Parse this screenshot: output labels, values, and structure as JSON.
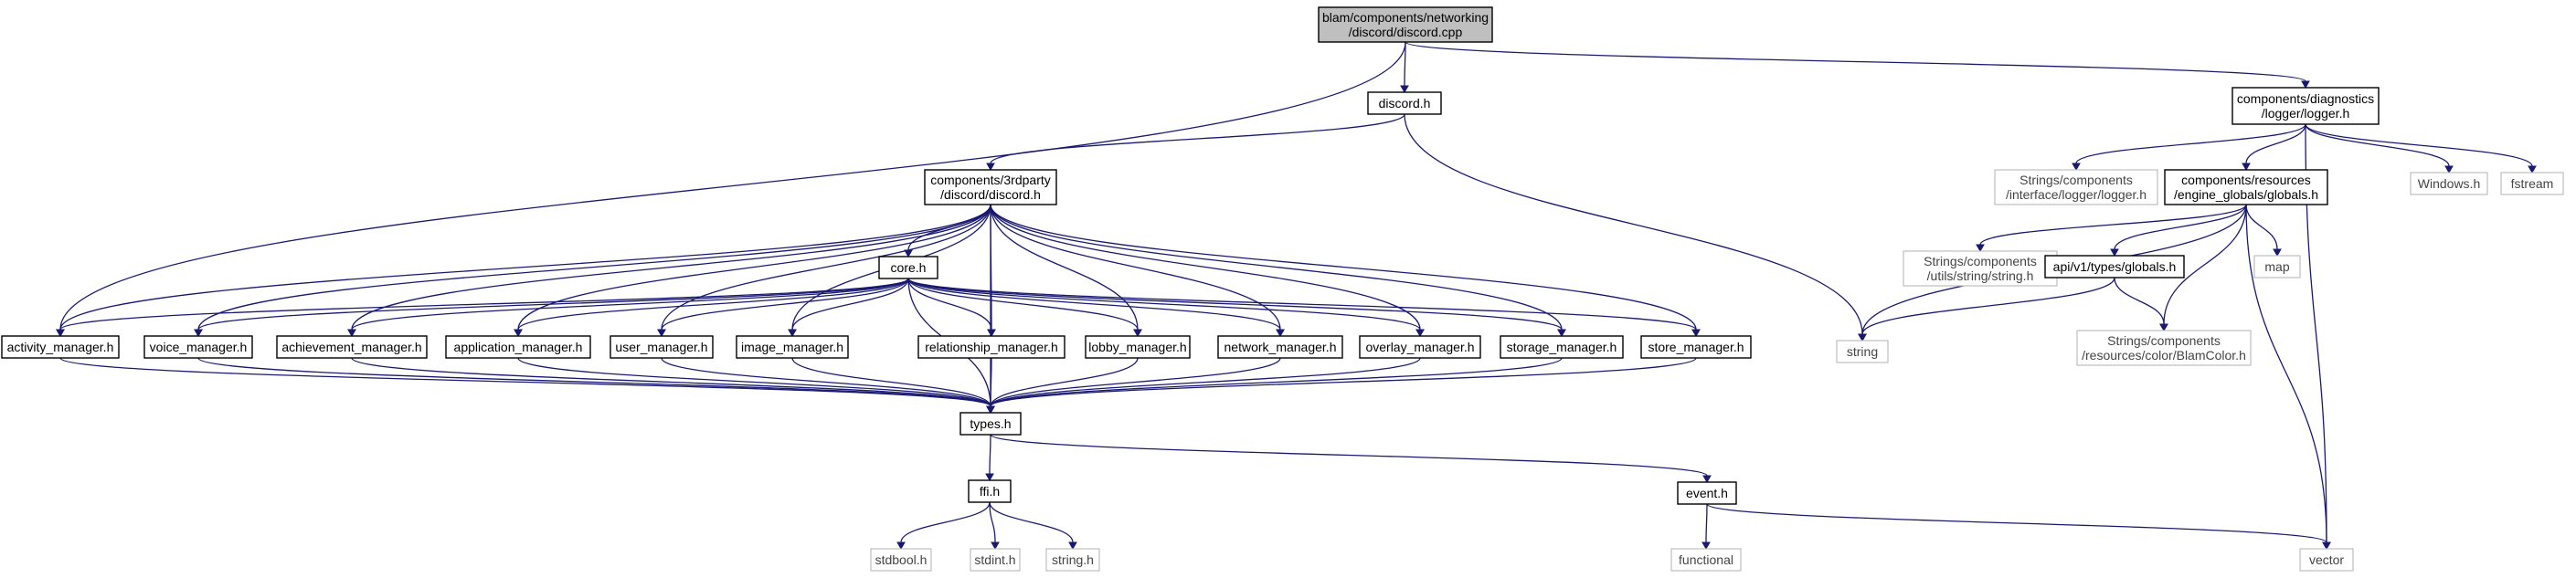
{
  "graph": {
    "nodes": [
      {
        "id": "root",
        "lines": [
          "blam/components/networking",
          "/discord/discord.cpp"
        ],
        "kind": "root"
      },
      {
        "id": "discord_h",
        "lines": [
          "discord.h"
        ],
        "kind": "doc"
      },
      {
        "id": "logger_h",
        "lines": [
          "components/diagnostics",
          "/logger/logger.h"
        ],
        "kind": "doc"
      },
      {
        "id": "discord3p",
        "lines": [
          "components/3rdparty",
          "/discord/discord.h"
        ],
        "kind": "doc"
      },
      {
        "id": "iface_logger",
        "lines": [
          "Strings/components",
          "/interface/logger/logger.h"
        ],
        "kind": "ext"
      },
      {
        "id": "engine_globals",
        "lines": [
          "components/resources",
          "/engine_globals/globals.h"
        ],
        "kind": "doc"
      },
      {
        "id": "windows_h",
        "lines": [
          "Windows.h"
        ],
        "kind": "ext"
      },
      {
        "id": "fstream",
        "lines": [
          "fstream"
        ],
        "kind": "ext"
      },
      {
        "id": "core_h",
        "lines": [
          "core.h"
        ],
        "kind": "doc"
      },
      {
        "id": "utils_string",
        "lines": [
          "Strings/components",
          "/utils/string/string.h"
        ],
        "kind": "ext"
      },
      {
        "id": "api_globals",
        "lines": [
          "api/v1/types/globals.h"
        ],
        "kind": "doc"
      },
      {
        "id": "map",
        "lines": [
          "map"
        ],
        "kind": "ext"
      },
      {
        "id": "activity",
        "lines": [
          "activity_manager.h"
        ],
        "kind": "doc"
      },
      {
        "id": "voice",
        "lines": [
          "voice_manager.h"
        ],
        "kind": "doc"
      },
      {
        "id": "achievement",
        "lines": [
          "achievement_manager.h"
        ],
        "kind": "doc"
      },
      {
        "id": "application",
        "lines": [
          "application_manager.h"
        ],
        "kind": "doc"
      },
      {
        "id": "user",
        "lines": [
          "user_manager.h"
        ],
        "kind": "doc"
      },
      {
        "id": "image",
        "lines": [
          "image_manager.h"
        ],
        "kind": "doc"
      },
      {
        "id": "relationship",
        "lines": [
          "relationship_manager.h"
        ],
        "kind": "doc"
      },
      {
        "id": "lobby",
        "lines": [
          "lobby_manager.h"
        ],
        "kind": "doc"
      },
      {
        "id": "network",
        "lines": [
          "network_manager.h"
        ],
        "kind": "doc"
      },
      {
        "id": "overlay",
        "lines": [
          "overlay_manager.h"
        ],
        "kind": "doc"
      },
      {
        "id": "storage",
        "lines": [
          "storage_manager.h"
        ],
        "kind": "doc"
      },
      {
        "id": "store",
        "lines": [
          "store_manager.h"
        ],
        "kind": "doc"
      },
      {
        "id": "string",
        "lines": [
          "string"
        ],
        "kind": "ext"
      },
      {
        "id": "blamcolor",
        "lines": [
          "Strings/components",
          "/resources/color/BlamColor.h"
        ],
        "kind": "ext"
      },
      {
        "id": "types_h",
        "lines": [
          "types.h"
        ],
        "kind": "doc"
      },
      {
        "id": "ffi_h",
        "lines": [
          "ffi.h"
        ],
        "kind": "doc"
      },
      {
        "id": "event_h",
        "lines": [
          "event.h"
        ],
        "kind": "doc"
      },
      {
        "id": "stdbool",
        "lines": [
          "stdbool.h"
        ],
        "kind": "ext"
      },
      {
        "id": "stdint",
        "lines": [
          "stdint.h"
        ],
        "kind": "ext"
      },
      {
        "id": "string_h",
        "lines": [
          "string.h"
        ],
        "kind": "ext"
      },
      {
        "id": "functional",
        "lines": [
          "functional"
        ],
        "kind": "ext"
      },
      {
        "id": "vector",
        "lines": [
          "vector"
        ],
        "kind": "ext"
      }
    ]
  }
}
